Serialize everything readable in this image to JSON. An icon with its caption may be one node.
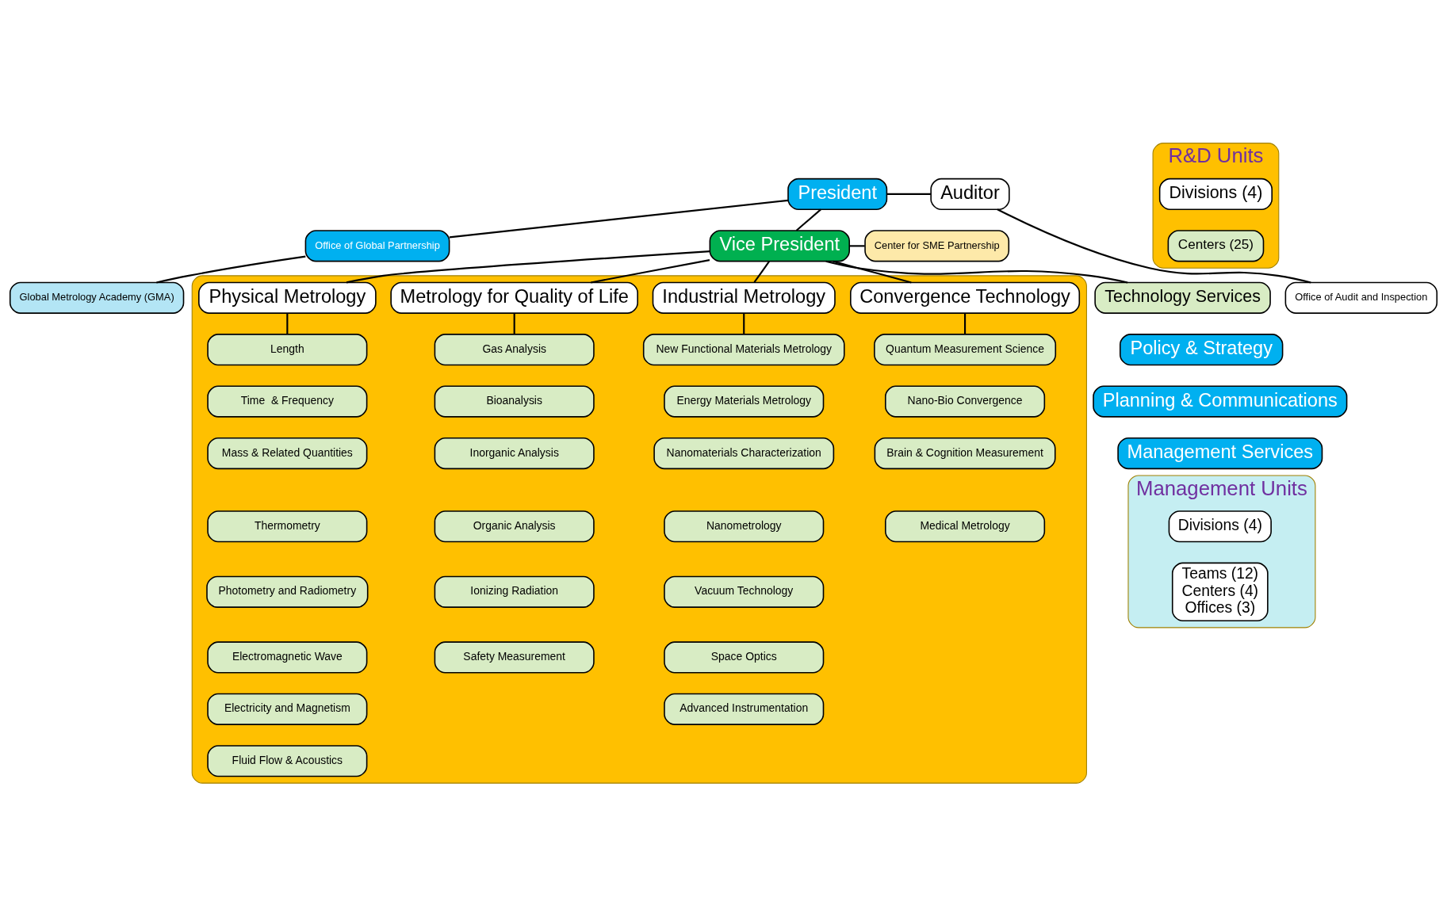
{
  "diagram": {
    "nodes": [
      {
        "text": [
          "President"
        ]
      },
      {
        "text": [
          "Auditor"
        ]
      },
      {
        "text": [
          "Office of Audit and Inspection"
        ]
      },
      {
        "text": [
          "Office of Global Partnership"
        ]
      },
      {
        "text": [
          "Vice President"
        ]
      },
      {
        "text": [
          "Center for SME Partnership"
        ]
      },
      {
        "text": [
          "Global Metrology Academy (GMA)"
        ]
      },
      {
        "text": [
          "R&D Units"
        ]
      },
      {
        "text": [
          "Divisions (4)"
        ],
        "in": 7
      },
      {
        "text": [
          "Centers (25)"
        ],
        "in": 7
      },
      {
        "text": [],
        "shape": "box"
      },
      {
        "text": [
          "Physical Metrology"
        ],
        "in": 10
      },
      {
        "text": [
          "Length"
        ],
        "in": 10
      },
      {
        "text": [
          "Time  & Frequency"
        ],
        "in": 10
      },
      {
        "text": [
          "Mass & Related Quantities"
        ],
        "in": 10
      },
      {
        "text": [
          "Thermometry"
        ],
        "in": 10
      },
      {
        "text": [
          "Photometry and Radiometry"
        ],
        "in": 10
      },
      {
        "text": [
          "Electromagnetic Wave"
        ],
        "in": 10
      },
      {
        "text": [
          "Electricity and Magnetism"
        ],
        "in": 10
      },
      {
        "text": [
          "Fluid Flow & Acoustics"
        ],
        "in": 10
      },
      {
        "text": [
          "Metrology for Quality of Life"
        ],
        "in": 10
      },
      {
        "text": [
          "Gas Analysis"
        ],
        "in": 10
      },
      {
        "text": [
          "Bioanalysis"
        ],
        "in": 10
      },
      {
        "text": [
          "Inorganic Analysis"
        ],
        "in": 10
      },
      {
        "text": [
          "Organic Analysis"
        ],
        "in": 10
      },
      {
        "text": [
          "Ionizing Radiation"
        ],
        "in": 10
      },
      {
        "text": [
          "Safety Measurement"
        ],
        "in": 10
      },
      {
        "text": [
          "Industrial Metrology"
        ],
        "in": 10
      },
      {
        "text": [
          "New Functional Materials Metrology"
        ],
        "in": 10
      },
      {
        "text": [
          "Energy Materials Metrology"
        ],
        "in": 10
      },
      {
        "text": [
          "Nanomaterials Characterization"
        ],
        "in": 10
      },
      {
        "text": [
          "Nanometrology"
        ],
        "in": 10
      },
      {
        "text": [
          "Vacuum Technology"
        ],
        "in": 10
      },
      {
        "text": [
          "Space Optics"
        ],
        "in": 10
      },
      {
        "text": [
          "Advanced Instrumentation"
        ],
        "in": 10
      },
      {
        "text": [
          "Convergence Technology"
        ],
        "in": 10
      },
      {
        "text": [
          "Quantum Measurement Science"
        ],
        "in": 10
      },
      {
        "text": [
          "Nano-Bio Convergence"
        ],
        "in": 10
      },
      {
        "text": [
          "Brain & Cognition Measurement"
        ],
        "in": 10
      },
      {
        "text": [
          "Medical Metrology"
        ],
        "in": 10
      },
      {
        "text": [
          "Technology Services"
        ]
      },
      {
        "text": [
          "Policy & Strategy"
        ]
      },
      {
        "text": [
          "Planning & Communications"
        ]
      },
      {
        "text": [
          "Management Services"
        ]
      },
      {
        "text": [
          "Management Units"
        ]
      },
      {
        "text": [
          "Divisions (4)"
        ],
        "in": 44
      },
      {
        "text": [
          "Teams (12)",
          "Centers (4)",
          "Offices (3)"
        ],
        "in": 44
      }
    ],
    "edges": [
      {
        "from": 0,
        "to": 1,
        "arrow": "none"
      },
      {
        "from": 0,
        "to": 4,
        "arrow": "none"
      },
      {
        "from": 0,
        "to": 3,
        "arrow": "none"
      },
      {
        "from": 1,
        "to": 2,
        "arrow": "none"
      },
      {
        "from": 3,
        "to": 6,
        "arrow": "none"
      },
      {
        "from": 4,
        "to": 5,
        "arrow": "none"
      },
      {
        "from": 4,
        "to": 11,
        "arrow": "none"
      },
      {
        "from": 4,
        "to": 20,
        "arrow": "none"
      },
      {
        "from": 4,
        "to": 27,
        "arrow": "none"
      },
      {
        "from": 4,
        "to": 35,
        "arrow": "none"
      },
      {
        "from": 4,
        "to": 40,
        "arrow": "none"
      },
      {
        "from": 11,
        "to": 12,
        "arrow": "none"
      },
      {
        "from": 20,
        "to": 21,
        "arrow": "none"
      },
      {
        "from": 27,
        "to": 28,
        "arrow": "none"
      },
      {
        "from": 35,
        "to": 36,
        "arrow": "none"
      }
    ]
  }
}
